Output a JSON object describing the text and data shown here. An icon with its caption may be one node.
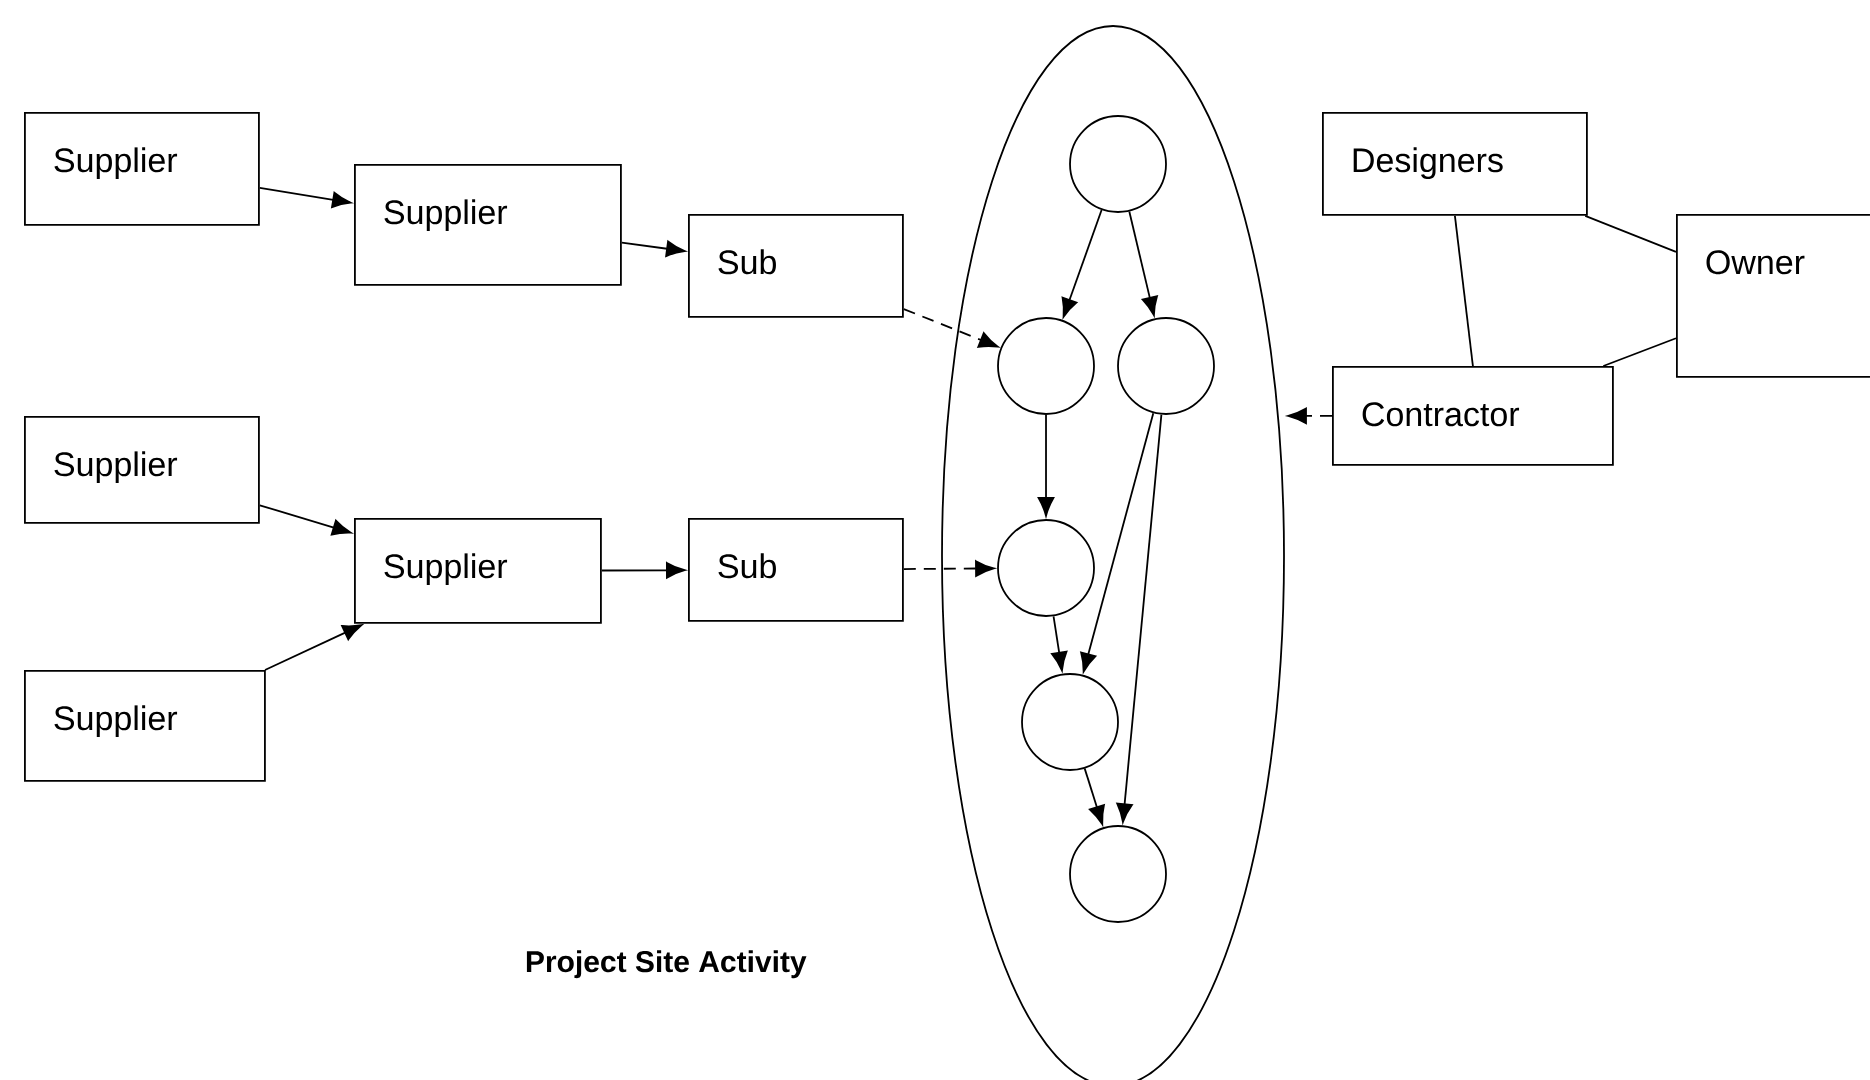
{
  "diagram": {
    "nodes": [
      {
        "text": [
          "Supplier"
        ]
      },
      {
        "text": [
          "Supplier"
        ]
      },
      {
        "text": [
          "Sub"
        ]
      },
      {
        "text": [
          "Supplier"
        ]
      },
      {
        "text": [
          "Supplier"
        ]
      },
      {
        "text": [
          "Sub"
        ]
      },
      {
        "text": [
          "Supplier"
        ]
      },
      {
        "text": [
          "Project Site Activity"
        ]
      },
      {
        "text": [],
        "shape": "circle",
        "in": 7
      },
      {
        "text": [],
        "shape": "circle",
        "in": 7
      },
      {
        "text": [],
        "shape": "circle",
        "in": 7
      },
      {
        "text": [],
        "shape": "circle",
        "in": 7
      },
      {
        "text": [],
        "shape": "circle",
        "in": 7
      },
      {
        "text": [],
        "shape": "circle",
        "in": 7
      },
      {
        "text": [
          "Designers"
        ]
      },
      {
        "text": [
          "Owner"
        ]
      },
      {
        "text": [
          "Contractor"
        ]
      }
    ],
    "edges": [
      {
        "from": 0,
        "to": 1,
        "arrow": "to"
      },
      {
        "from": 1,
        "to": 2,
        "arrow": "to"
      },
      {
        "from": 2,
        "to": 9,
        "arrow": "to",
        "style": "dashed"
      },
      {
        "from": 3,
        "to": 4,
        "arrow": "to"
      },
      {
        "from": 6,
        "to": 4,
        "arrow": "to"
      },
      {
        "from": 4,
        "to": 5,
        "arrow": "to"
      },
      {
        "from": 5,
        "to": 11,
        "arrow": "to",
        "style": "dashed"
      },
      {
        "from": 16,
        "to": 7,
        "arrow": "to",
        "style": "dashed"
      },
      {
        "from": 8,
        "to": 9,
        "arrow": "to"
      },
      {
        "from": 8,
        "to": 10,
        "arrow": "to"
      },
      {
        "from": 9,
        "to": 11,
        "arrow": "to"
      },
      {
        "from": 11,
        "to": 12,
        "arrow": "to"
      },
      {
        "from": 10,
        "to": 12,
        "arrow": "to"
      },
      {
        "from": 12,
        "to": 13,
        "arrow": "to"
      },
      {
        "from": 10,
        "to": 13,
        "arrow": "to"
      },
      {
        "from": 14,
        "to": 15,
        "arrow": "none"
      },
      {
        "from": 14,
        "to": 16,
        "arrow": "none"
      },
      {
        "from": 16,
        "to": 15,
        "arrow": "none"
      }
    ]
  }
}
